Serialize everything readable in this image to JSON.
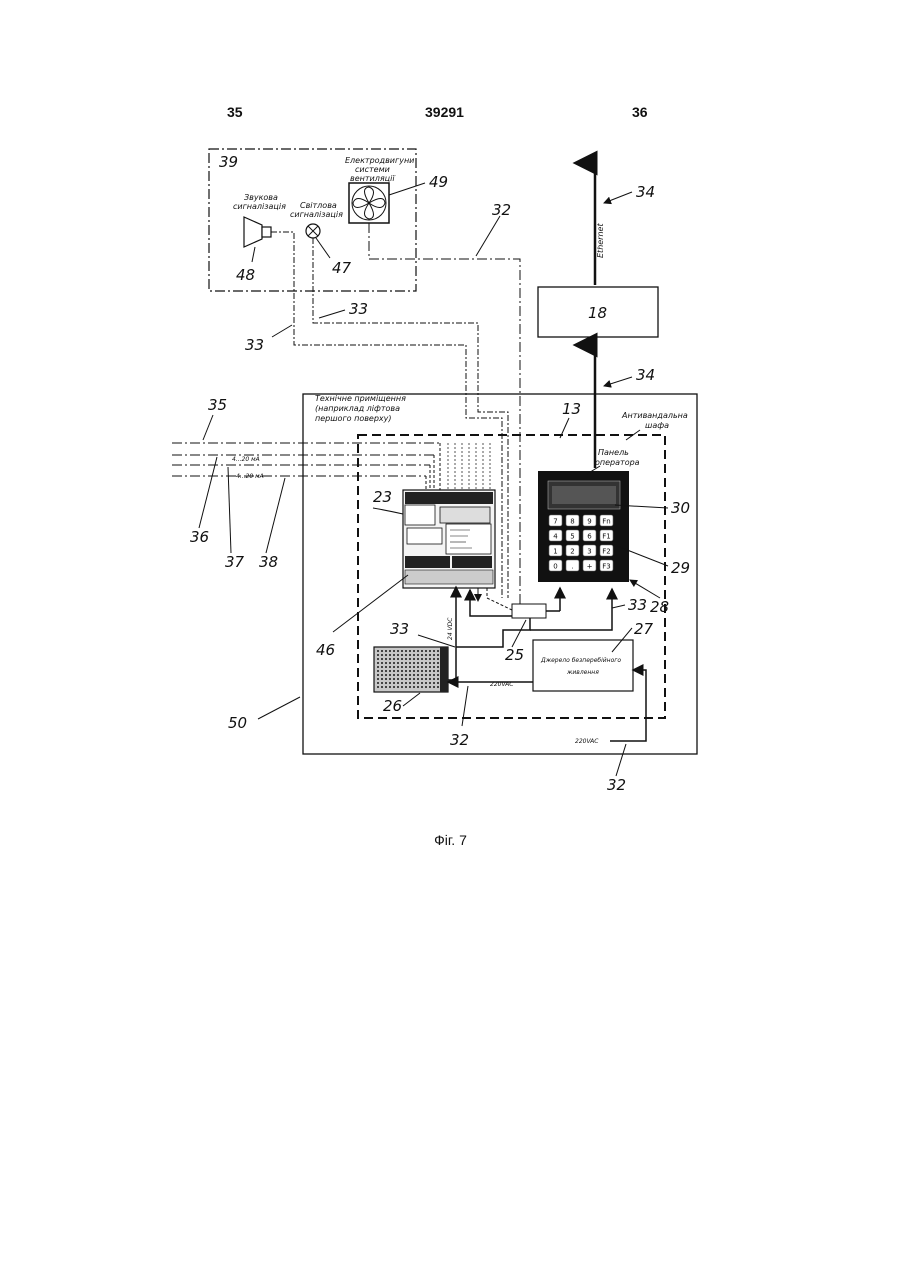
{
  "header": {
    "left": "35",
    "center": "39291",
    "right": "36"
  },
  "caption": "Фіг. 7",
  "labels": {
    "sound_alarm": [
      "Звукова",
      "сигналізація"
    ],
    "light_alarm": [
      "Світлова",
      "сигналізація"
    ],
    "fan_motors": [
      "Електродвигуни",
      "системи",
      "вентиляції"
    ],
    "ethernet": "Ethernet",
    "tech_room": [
      "Технічне приміщення",
      "(наприклад ліфтова",
      "першого поверху)"
    ],
    "cabinet": [
      "Антивандальна",
      "шафа"
    ],
    "operator_panel": [
      "Панель",
      "оператора"
    ],
    "ups": [
      "Джерело безперебійного",
      "живлення"
    ],
    "signal_1": "4...20 мА",
    "signal_2": "4...20 мА",
    "v24": "24 VDC",
    "v220_a": "220VAC",
    "v220_b": "220VAC"
  },
  "refs": {
    "r39": "39",
    "r49": "49",
    "r48": "48",
    "r47": "47",
    "r32a": "32",
    "r34a": "34",
    "r18": "18",
    "r33a": "33",
    "r33b": "33",
    "r34b": "34",
    "r35": "35",
    "r13": "13",
    "r23": "23",
    "r30": "30",
    "r36": "36",
    "r37": "37",
    "r38": "38",
    "r29": "29",
    "r28": "28",
    "r33c": "33",
    "r33d": "33",
    "r27": "27",
    "r46": "46",
    "r25": "25",
    "r26": "26",
    "r50": "50",
    "r32b": "32",
    "r32c": "32"
  },
  "keypad": [
    "7",
    "8",
    "9",
    "Fn",
    "4",
    "5",
    "6",
    "F1",
    "1",
    "2",
    "3",
    "F2",
    "0",
    ".",
    "+",
    "F3"
  ]
}
